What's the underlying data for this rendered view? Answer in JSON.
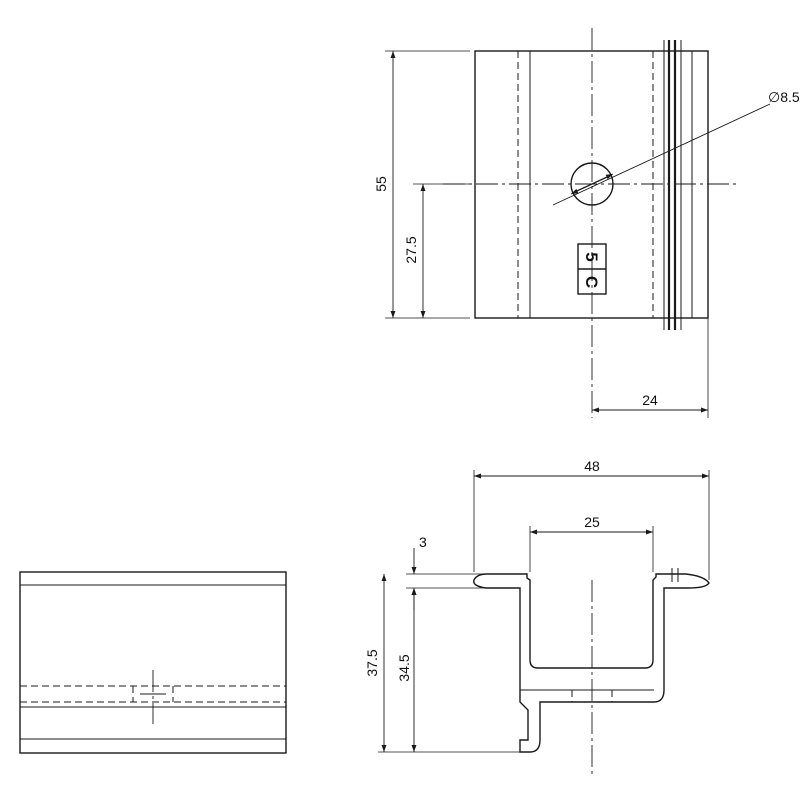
{
  "dimensions": {
    "height_total": "55",
    "height_hole_center": "27.5",
    "hole_diameter": "∅8.5",
    "width_hole_offset": "24",
    "width_total": "48",
    "width_channel": "25",
    "thickness_flange": "3",
    "height_profile": "37.5",
    "height_inner": "34.5"
  },
  "markings": {
    "mark_upper": "5",
    "mark_lower": "C"
  }
}
